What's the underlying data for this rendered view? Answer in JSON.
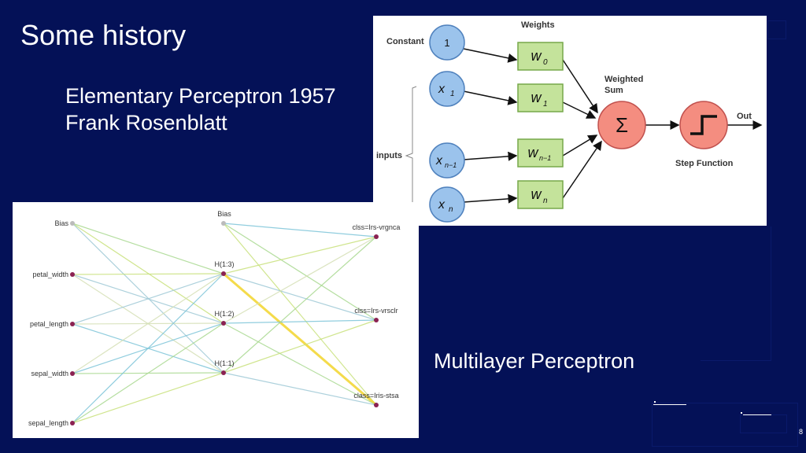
{
  "slide": {
    "title": "Some history",
    "perceptron_heading": "Elementary Perceptron 1957",
    "author": "Frank Rosenblatt",
    "mlp_caption": "Multilayer Perceptron",
    "page_number": "8"
  },
  "perceptron_diagram": {
    "weights_label": "Weights",
    "constant_label": "Constant",
    "constant_value": "1",
    "inputs_label": "inputs",
    "weighted_sum_label": [
      "Weighted",
      "Sum"
    ],
    "sum_symbol": "Σ",
    "step_function_label": "Step Function",
    "out_label": "Out",
    "inputs": [
      {
        "base": "x",
        "sub": "1"
      },
      {
        "base": "x",
        "sub": "n−1"
      },
      {
        "base": "x",
        "sub": "n"
      }
    ],
    "weights": [
      {
        "base": "w",
        "sub": "0"
      },
      {
        "base": "w",
        "sub": "1"
      },
      {
        "base": "w",
        "sub": "n−1"
      },
      {
        "base": "w",
        "sub": "n"
      }
    ],
    "colors": {
      "node_fill": "#9bc3ec",
      "node_stroke": "#4f81bd",
      "weight_fill": "#c4e39b",
      "weight_stroke": "#77a84a",
      "sum_fill": "#f48d80",
      "sum_stroke": "#c0504d"
    }
  },
  "mlp_diagram": {
    "input_nodes": [
      "Bias",
      "petal_width",
      "petal_length",
      "sepal_width",
      "sepal_length"
    ],
    "hidden_nodes": [
      "Bias",
      "H(1:3)",
      "H(1:2)",
      "H(1:1)"
    ],
    "output_nodes": [
      "clss=Irs-vrgnca",
      "clss=Irs-vrsclr",
      "class=Iris-stsa"
    ],
    "colors": {
      "node": "#8b2252",
      "bias_node": "#bbbbbb",
      "strong_edge": "#f2d52b",
      "edge_palette": [
        "#7cc4d8",
        "#a8d88f",
        "#c8e07a",
        "#9fc9d6",
        "#d5dfb5"
      ]
    }
  }
}
